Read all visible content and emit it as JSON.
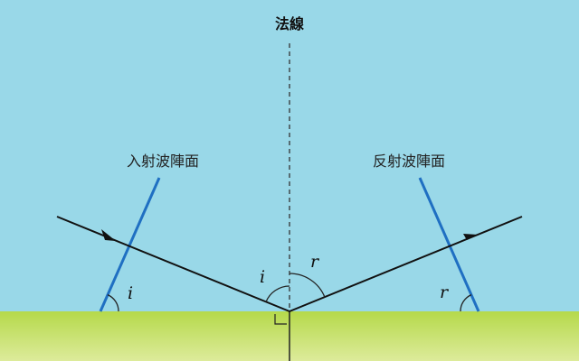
{
  "labels": {
    "normal": "法線",
    "incident_wavefront": "入射波陣面",
    "reflected_wavefront": "反射波陣面",
    "angle_incidence": "i",
    "angle_reflection": "r"
  },
  "colors": {
    "sky": "#99d8e8",
    "ground_top": "#b5d94a",
    "ground_bottom": "#ddeb9b",
    "wavefront": "#1f6fc2",
    "ray": "#111111"
  }
}
